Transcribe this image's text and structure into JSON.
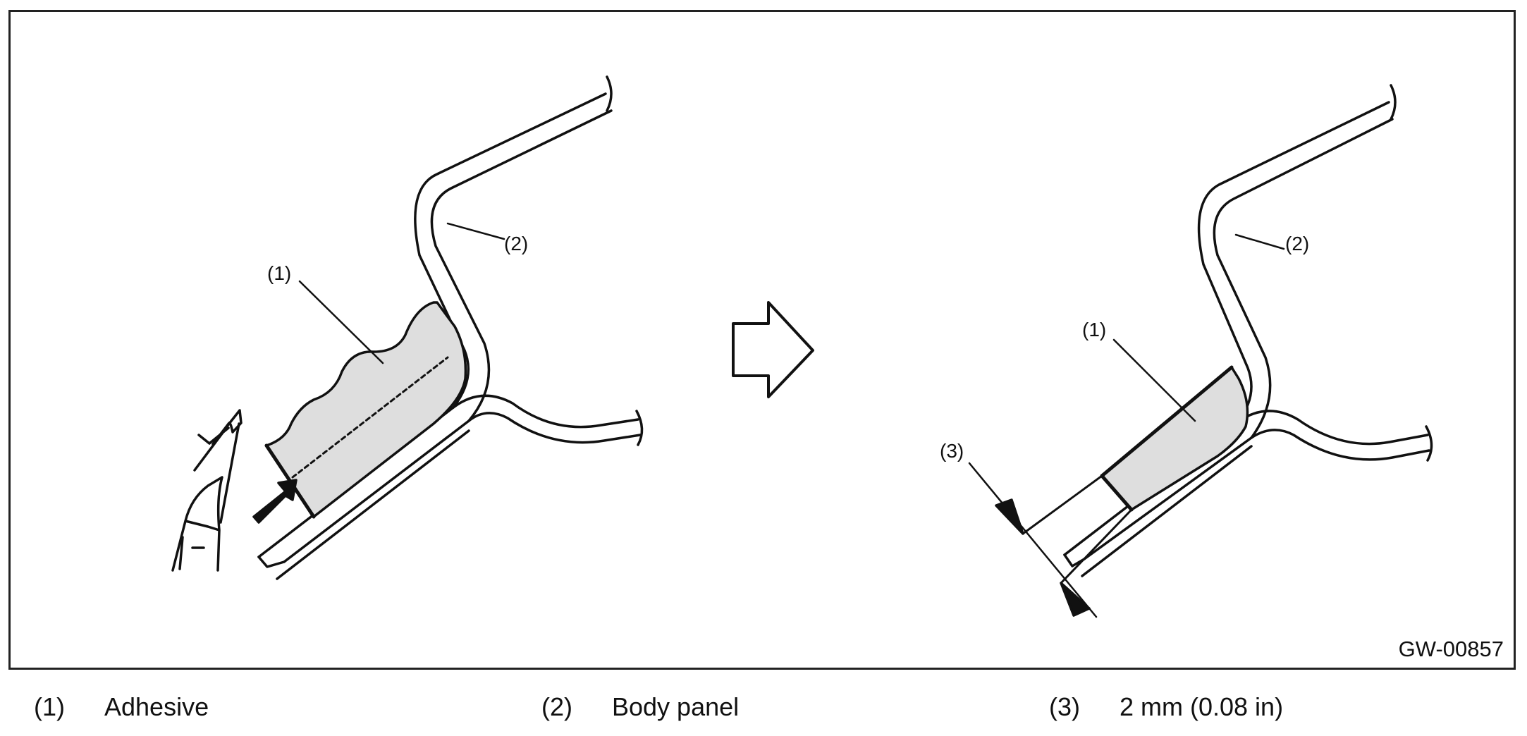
{
  "figure": {
    "code": "GW-00857",
    "left_callouts": {
      "adhesive": "(1)",
      "body_panel": "(2)"
    },
    "right_callouts": {
      "adhesive": "(1)",
      "body_panel": "(2)",
      "gap": "(3)"
    }
  },
  "legend": [
    {
      "num": "(1)",
      "label": "Adhesive"
    },
    {
      "num": "(2)",
      "label": "Body panel"
    },
    {
      "num": "(3)",
      "label": "2 mm (0.08 in)"
    }
  ],
  "colors": {
    "line": "#111111",
    "adhesive_fill": "#dedede",
    "frame": "#222222"
  }
}
